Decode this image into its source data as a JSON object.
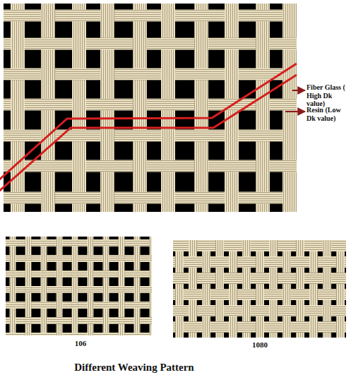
{
  "diagram": {
    "caption": "Different Weaving Pattern",
    "labels": [
      "Fiber Glass ( High Dk value)",
      "Resin (Low Dk value)",
      "106",
      "1080"
    ]
  }
}
